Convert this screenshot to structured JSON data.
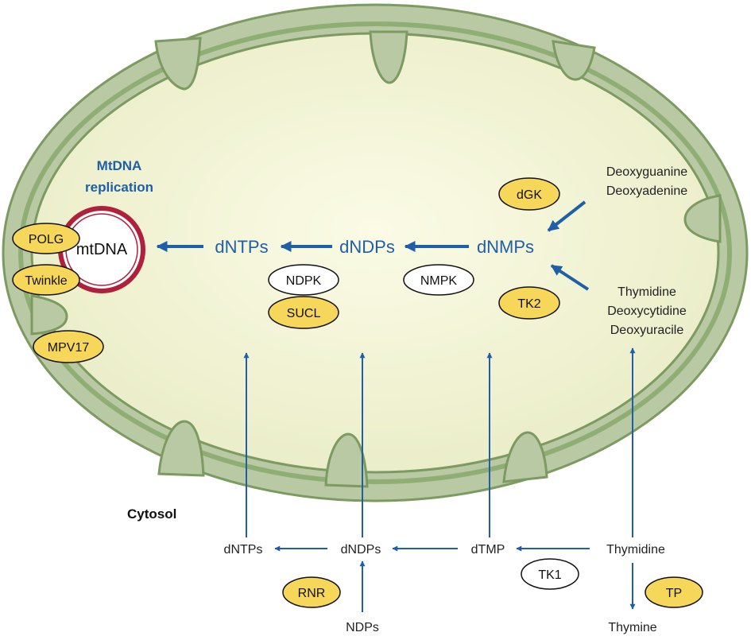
{
  "colors": {
    "outer_membrane": "#b9c9a3",
    "outer_edge": "#7d9a62",
    "matrix": "#f3f3d8",
    "arrow": "#1f5fa8",
    "enzyme_fill": "#f6d75a",
    "mtdna_ring": "#b0203a"
  },
  "diagram": {
    "title_line1": "MtDNA",
    "title_line2": "replication",
    "mtdna": "mtDNA",
    "mito_dntps": "dNTPs",
    "mito_dndps": "dNDPs",
    "mito_dnmps": "dNMPs",
    "purines_line1": "Deoxyguanine",
    "purines_line2": "Deoxyadenine",
    "pyrimidines_line1": "Thymidine",
    "pyrimidines_line2": "Deoxycytidine",
    "pyrimidines_line3": "Deoxyuracile",
    "cytosol": "Cytosol",
    "cyto_dntps": "dNTPs",
    "cyto_dndps": "dNDPs",
    "cyto_dtmp": "dTMP",
    "cyto_thymidine": "Thymidine",
    "cyto_ndps": "NDPs",
    "cyto_thymine": "Thymine"
  },
  "enzymes": {
    "polg": "POLG",
    "twinkle": "Twinkle",
    "mpv17": "MPV17",
    "ndpk": "NDPK",
    "sucl": "SUCL",
    "nmpk": "NMPK",
    "dgk": "dGK",
    "tk2": "TK2",
    "rnr": "RNR",
    "tk1": "TK1",
    "tp": "TP"
  }
}
